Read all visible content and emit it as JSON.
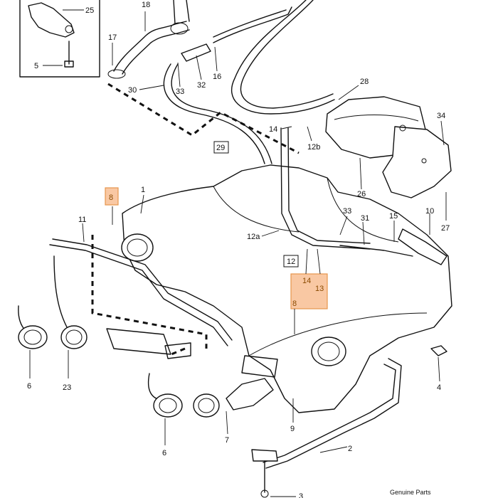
{
  "diagram": {
    "callouts": [
      {
        "id": "c25",
        "text": "25"
      },
      {
        "id": "c5",
        "text": "5"
      },
      {
        "id": "c18",
        "text": "18"
      },
      {
        "id": "c17",
        "text": "17"
      },
      {
        "id": "c30",
        "text": "30"
      },
      {
        "id": "c33a",
        "text": "33"
      },
      {
        "id": "c32",
        "text": "32"
      },
      {
        "id": "c16",
        "text": "16"
      },
      {
        "id": "c28",
        "text": "28"
      },
      {
        "id": "c14a",
        "text": "14"
      },
      {
        "id": "c12b",
        "text": "12b"
      },
      {
        "id": "c29",
        "text": "29"
      },
      {
        "id": "c34",
        "text": "34"
      },
      {
        "id": "c26",
        "text": "26"
      },
      {
        "id": "c27",
        "text": "27"
      },
      {
        "id": "c8a",
        "text": "8"
      },
      {
        "id": "c1",
        "text": "1"
      },
      {
        "id": "c11",
        "text": "11"
      },
      {
        "id": "c12a",
        "text": "12a"
      },
      {
        "id": "c33b",
        "text": "33"
      },
      {
        "id": "c31",
        "text": "31"
      },
      {
        "id": "c15",
        "text": "15"
      },
      {
        "id": "c10",
        "text": "10"
      },
      {
        "id": "c12",
        "text": "12"
      },
      {
        "id": "c14b",
        "text": "14"
      },
      {
        "id": "c13",
        "text": "13"
      },
      {
        "id": "c8b",
        "text": "8"
      },
      {
        "id": "c6a",
        "text": "6"
      },
      {
        "id": "c23",
        "text": "23"
      },
      {
        "id": "c6b",
        "text": "6"
      },
      {
        "id": "c7",
        "text": "7"
      },
      {
        "id": "c9",
        "text": "9"
      },
      {
        "id": "c2",
        "text": "2"
      },
      {
        "id": "c4",
        "text": "4"
      },
      {
        "id": "c3",
        "text": "3"
      }
    ],
    "footer": "Genuine Parts",
    "highlight_color": "#f9c39a"
  }
}
